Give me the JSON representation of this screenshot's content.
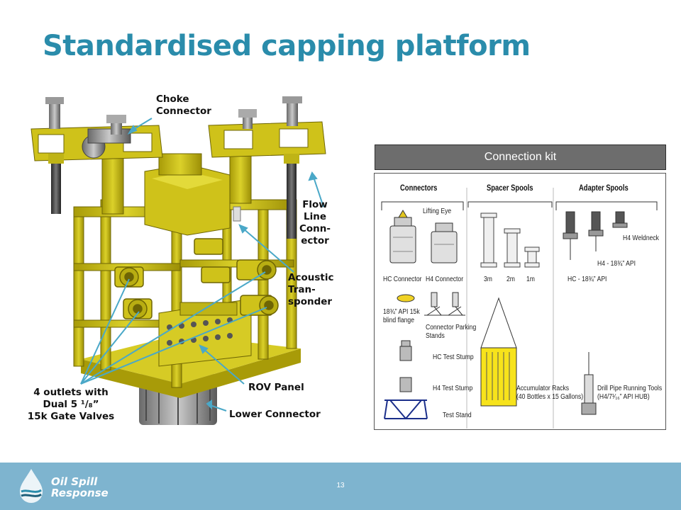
{
  "slide": {
    "title": "Standardised capping platform",
    "page_number": "13"
  },
  "callouts": {
    "choke": [
      "Choke",
      "Connector"
    ],
    "flow_line": [
      "Flow",
      "Line",
      "Conn-",
      "ector"
    ],
    "acoustic": [
      "Acoustic",
      "Tran-",
      "sponder"
    ],
    "outlets": [
      "4 outlets with",
      "Dual 5 ¹/₈”",
      "15k Gate Valves"
    ],
    "rov_panel": "ROV Panel",
    "lower_connector": "Lower Connector"
  },
  "connection_kit": {
    "header": "Connection kit",
    "sections": {
      "connectors": "Connectors",
      "spacer_spools": "Spacer Spools",
      "adapter_spools": "Adapter Spools"
    },
    "labels": {
      "lifting_eye": "Lifting Eye",
      "hc_connector": "HC Connector",
      "h4_connector": "H4 Connector",
      "spool_3m": "3m",
      "spool_2m": "2m",
      "spool_1m": "1m",
      "h4_weldneck": "H4 Weldneck",
      "h4_api": "H4 - 18¾” API",
      "hc_api": "HC - 18¾” API",
      "blind_flange_1": "18¾” API 15k",
      "blind_flange_2": "blind flange",
      "parking_stands_1": "Connector Parking",
      "parking_stands_2": "Stands",
      "hc_test_stump": "HC Test Stump",
      "h4_test_stump": "H4 Test Stump",
      "test_stand": "Test Stand",
      "accumulator_1": "Accumulator Racks",
      "accumulator_2": "(40 Bottles x 15 Gallons)",
      "drill_pipe_1": "Drill Pipe Running Tools",
      "drill_pipe_2": "(H4/7¹⁄₁₆” API HUB)"
    }
  },
  "footer": {
    "logo_line1": "Oil Spill",
    "logo_line2": "Response"
  },
  "colors": {
    "title": "#2a8cab",
    "footer": "#7eb4cf",
    "platform_yellow": "#cfc21a",
    "callout_arrow": "#4aa8c8"
  }
}
